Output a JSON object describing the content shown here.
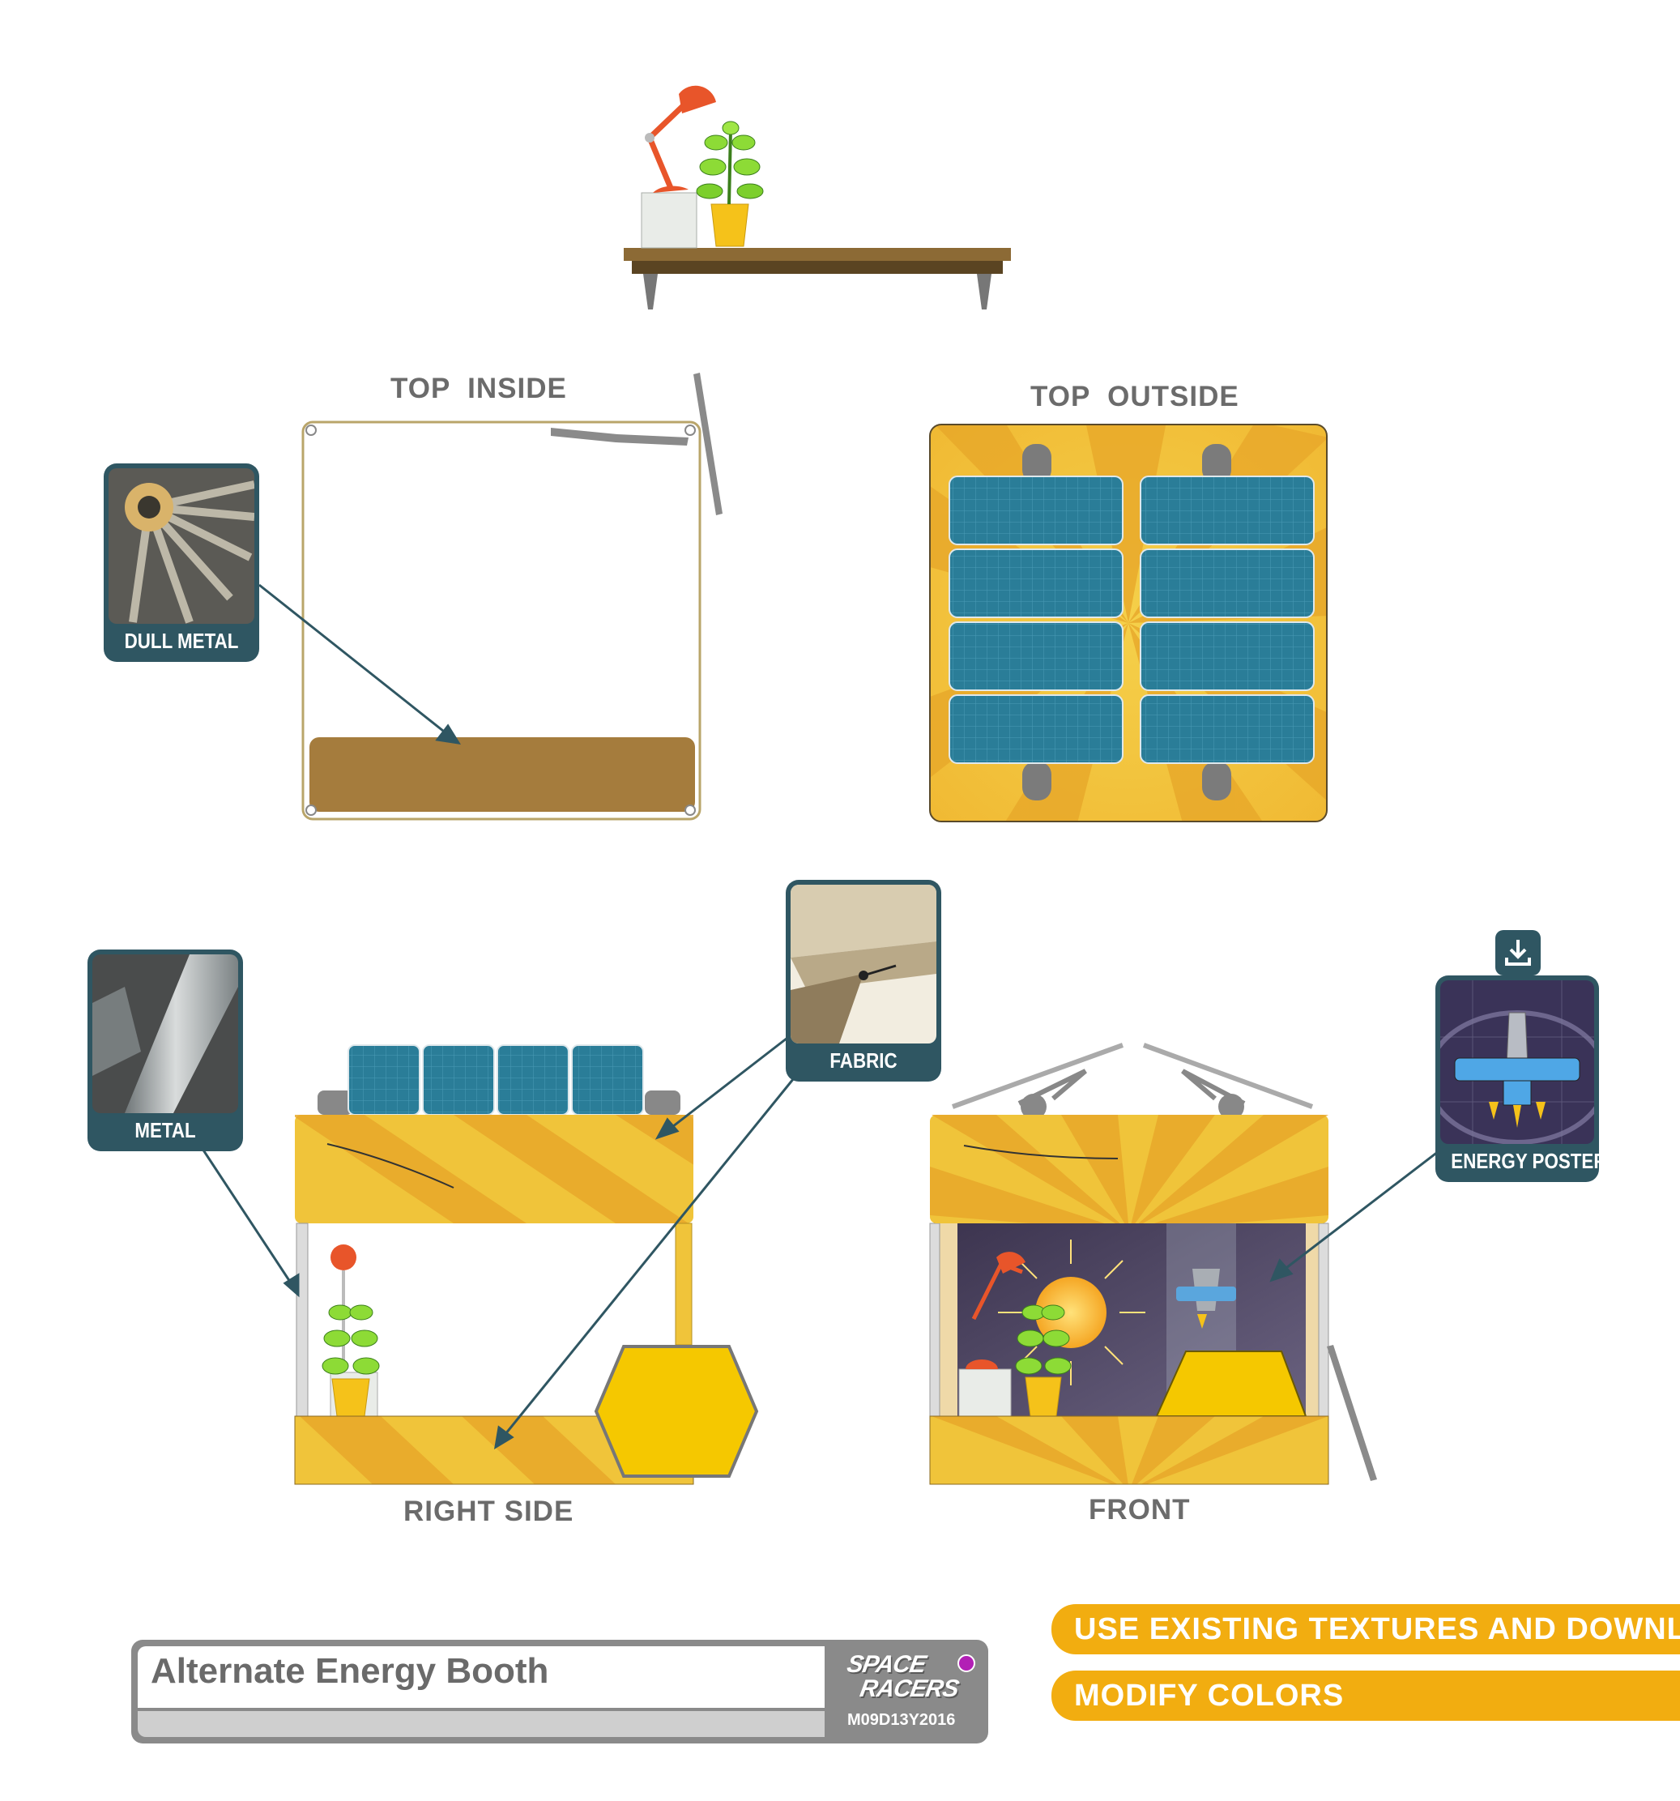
{
  "views": {
    "top_inside": "TOP  INSIDE",
    "top_outside": "TOP  OUTSIDE",
    "right_side": "RIGHT SIDE",
    "front": "FRONT"
  },
  "materials": {
    "dull_metal": "DULL METAL",
    "metal": "METAL",
    "fabric": "FABRIC",
    "energy_poster": "ENERGY POSTER"
  },
  "title_block": {
    "title": "Alternate Energy Booth",
    "logo_line1": "SPACE",
    "logo_line2": "RACERS",
    "date": "M09D13Y2016"
  },
  "notes": {
    "note1": "USE EXISTING TEXTURES AND DOWNLOAD",
    "note2": "MODIFY COLORS"
  },
  "icons": [
    "download-icon",
    "jet-engine-photo",
    "metal-pipe-photo",
    "fabric-canopy-photo",
    "spaceship-poster"
  ],
  "colors": {
    "teal_frame": "#2f5662",
    "yellow": "#f0c43a",
    "orange_stripe": "#e8a82a",
    "solar_blue": "#2a7d98",
    "wood": "#a57c3d",
    "note_orange": "#f2ad10"
  }
}
